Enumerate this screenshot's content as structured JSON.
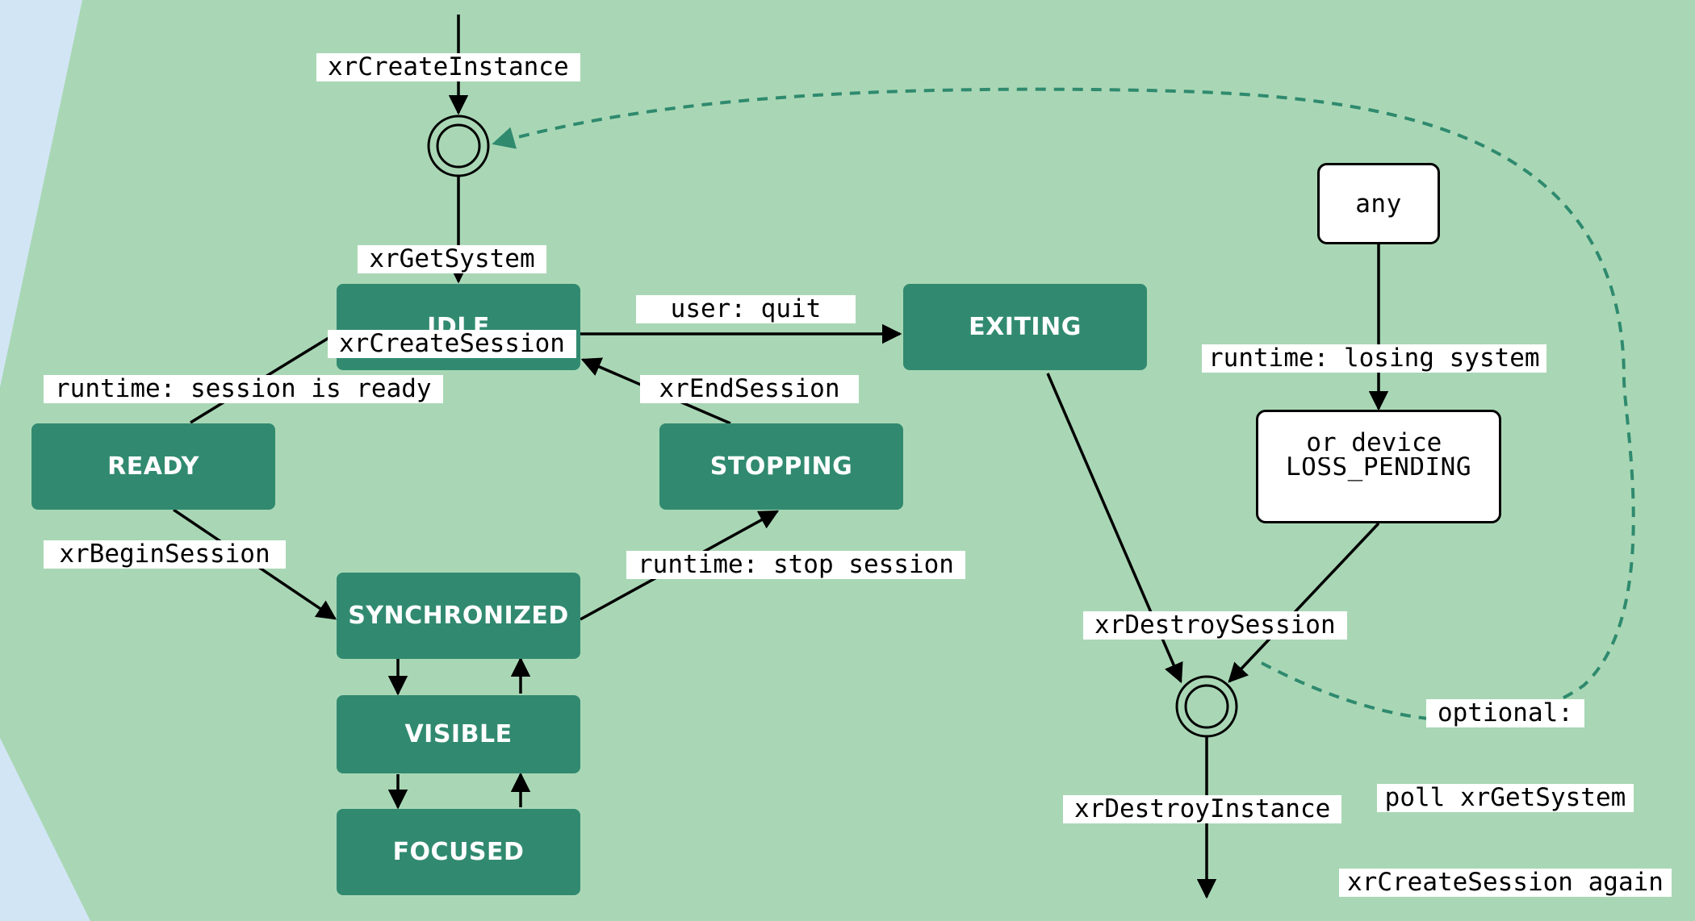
{
  "colors": {
    "background": "#a9d7b5",
    "side_panel": "#d2e5f5",
    "state_fill": "#318a70",
    "state_text": "#ffffff",
    "dashed_arrow": "#2f8a6e",
    "label_bg": "#ffffff",
    "line": "#000000"
  },
  "states": {
    "idle": "IDLE",
    "ready": "READY",
    "synchronized": "SYNCHRONIZED",
    "visible": "VISIBLE",
    "focused": "FOCUSED",
    "stopping": "STOPPING",
    "exiting": "EXITING",
    "any": "any",
    "loss_pending": "LOSS_PENDING"
  },
  "transitions": {
    "create_instance": "xrCreateInstance",
    "get_system": "xrGetSystem",
    "create_session": "xrCreateSession",
    "user_quit": "user: quit",
    "session_ready": "runtime: session is ready",
    "end_session": "xrEndSession",
    "begin_session": "xrBeginSession",
    "stop_session": "runtime: stop session",
    "losing_system_1": "runtime: losing system",
    "losing_system_2": "or device",
    "destroy_session": "xrDestroySession",
    "optional_1": "optional:",
    "optional_2": "poll xrGetSystem",
    "optional_3": "xrCreateSession again",
    "destroy_instance": "xrDestroyInstance"
  }
}
